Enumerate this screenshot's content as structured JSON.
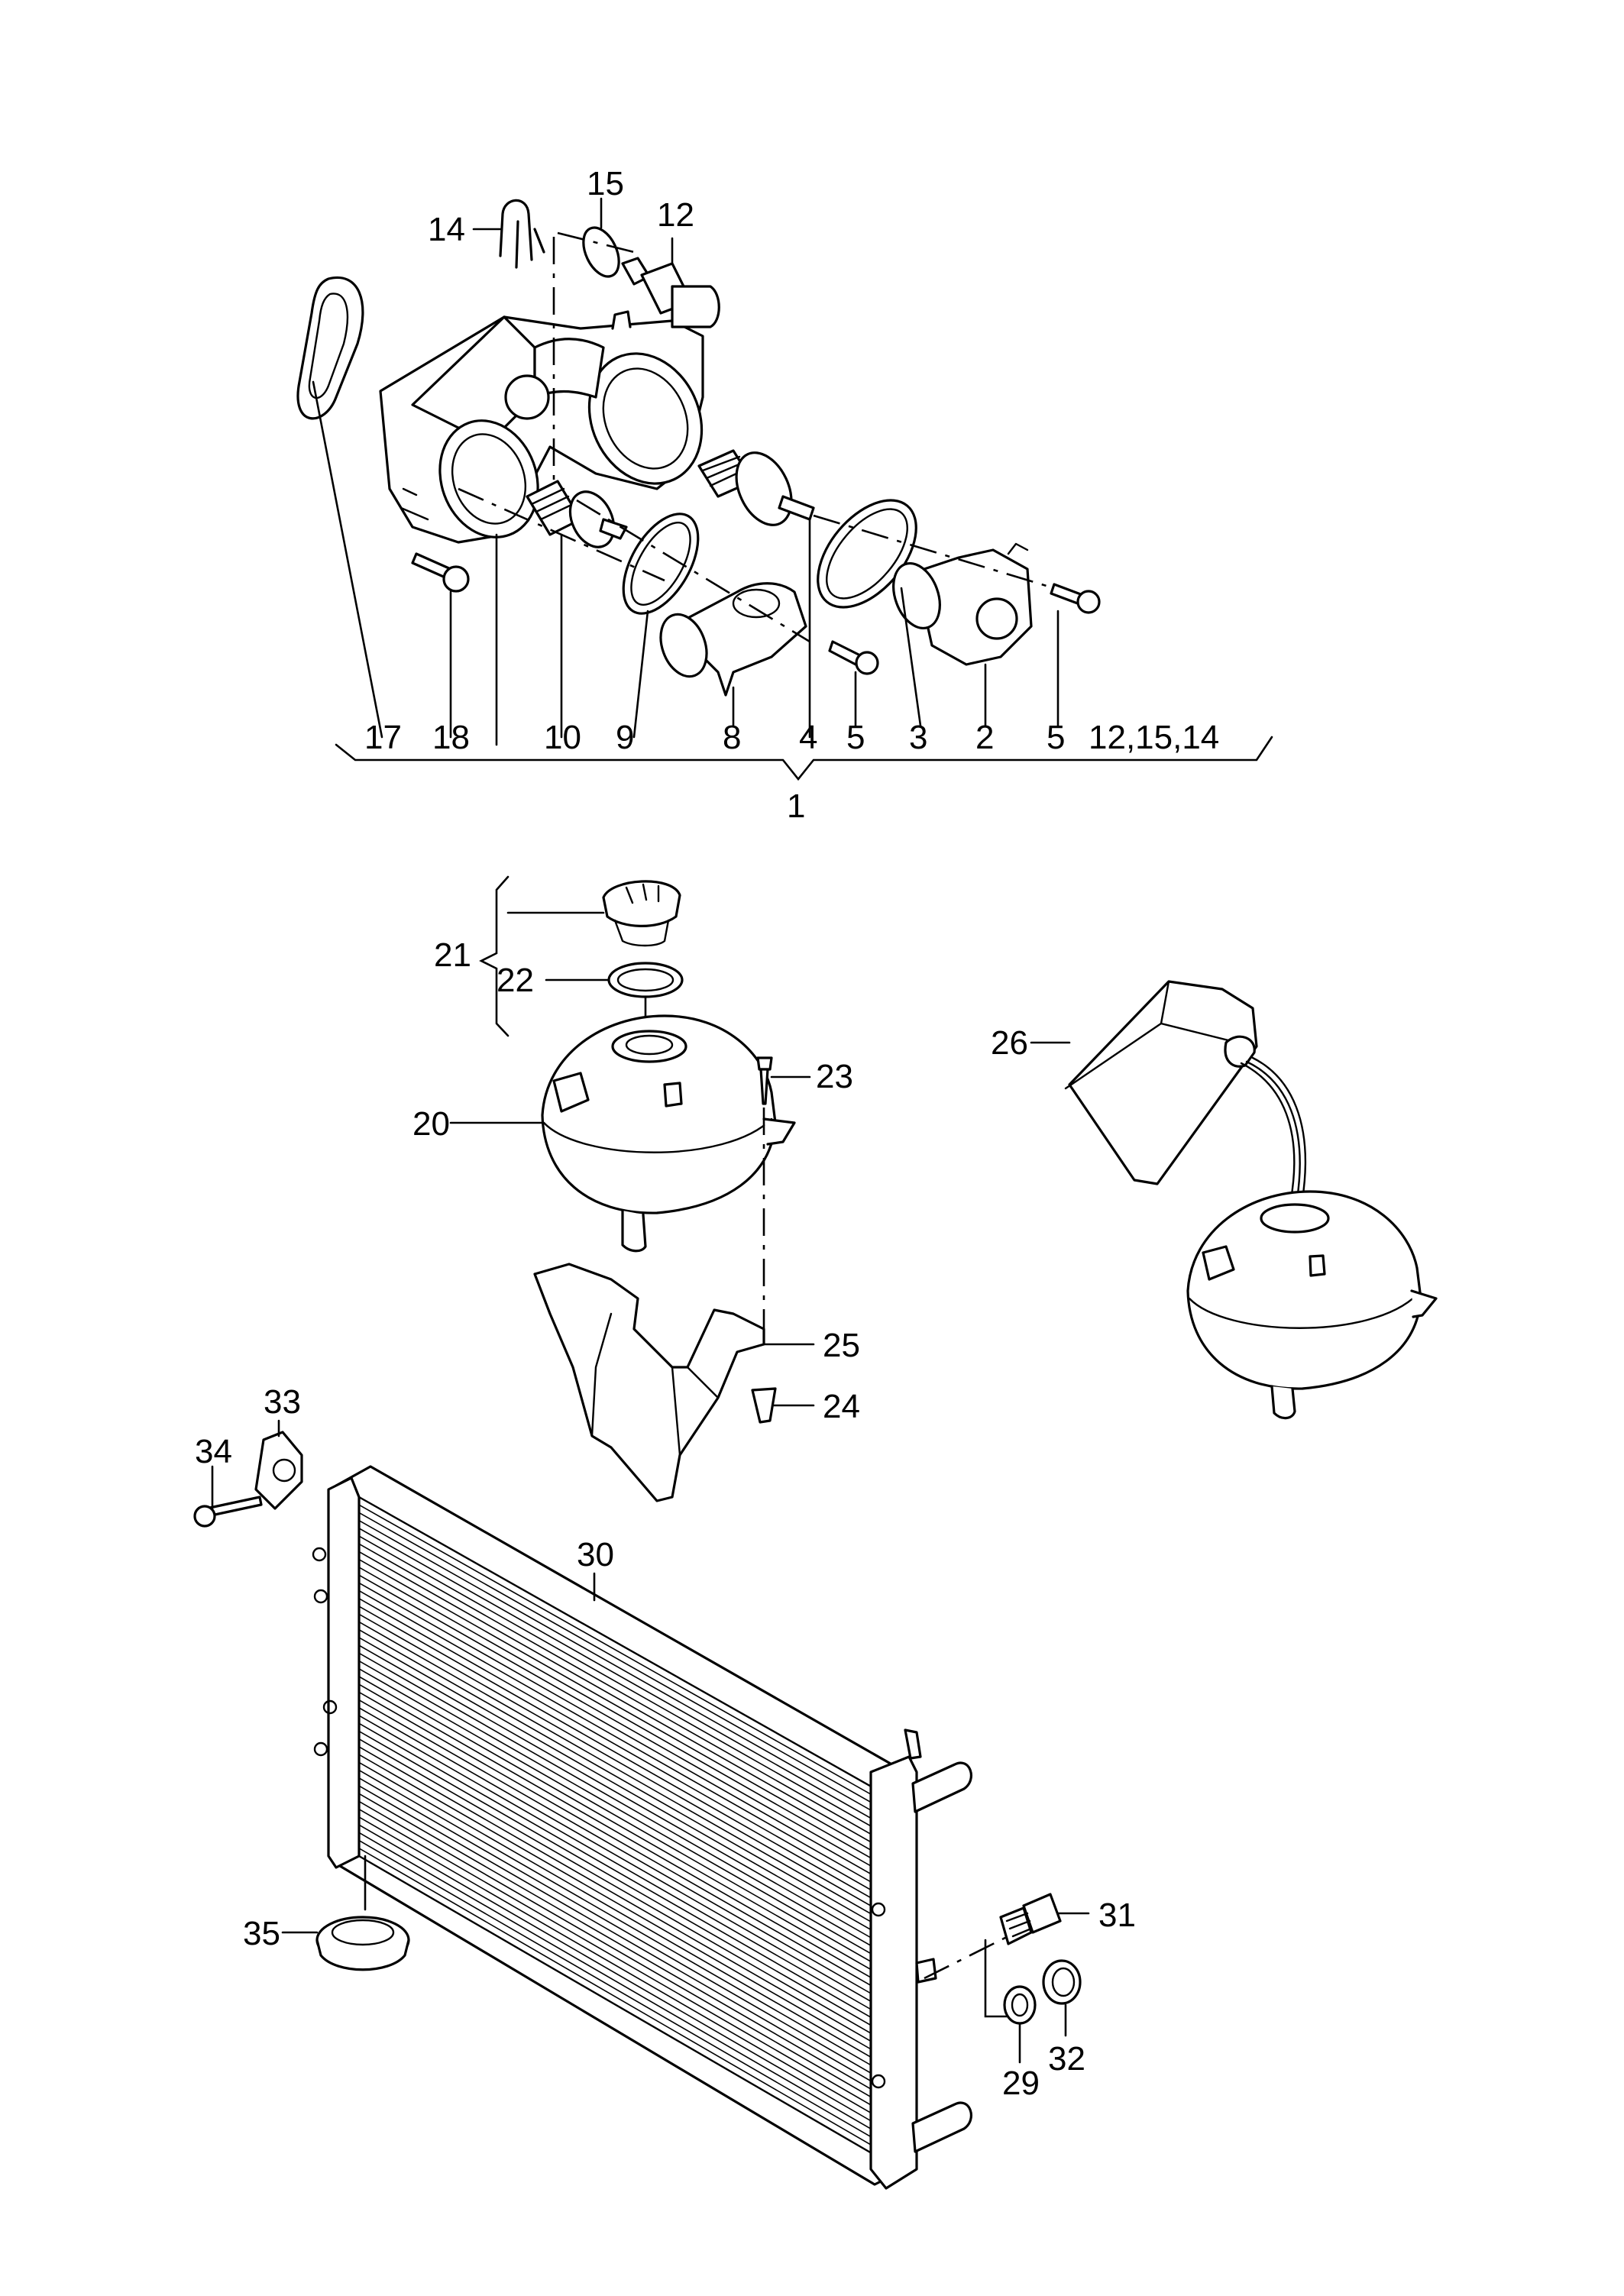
{
  "diagram": {
    "callouts": [
      {
        "id": "c1",
        "text": "1"
      },
      {
        "id": "c2",
        "text": "2"
      },
      {
        "id": "c3",
        "text": "3"
      },
      {
        "id": "c4",
        "text": "4"
      },
      {
        "id": "c5a",
        "text": "5"
      },
      {
        "id": "c5b",
        "text": "5"
      },
      {
        "id": "c8",
        "text": "8"
      },
      {
        "id": "c9",
        "text": "9"
      },
      {
        "id": "c10",
        "text": "10"
      },
      {
        "id": "c12",
        "text": "12"
      },
      {
        "id": "c12_15_14",
        "text": "12,15,14"
      },
      {
        "id": "c14",
        "text": "14"
      },
      {
        "id": "c15",
        "text": "15"
      },
      {
        "id": "c17",
        "text": "17"
      },
      {
        "id": "c18",
        "text": "18"
      },
      {
        "id": "c20",
        "text": "20"
      },
      {
        "id": "c21",
        "text": "21"
      },
      {
        "id": "c22",
        "text": "22"
      },
      {
        "id": "c23",
        "text": "23"
      },
      {
        "id": "c24",
        "text": "24"
      },
      {
        "id": "c25",
        "text": "25"
      },
      {
        "id": "c26",
        "text": "26"
      },
      {
        "id": "c29",
        "text": "29"
      },
      {
        "id": "c30",
        "text": "30"
      },
      {
        "id": "c31",
        "text": "31"
      },
      {
        "id": "c32",
        "text": "32"
      },
      {
        "id": "c33",
        "text": "33"
      },
      {
        "id": "c34",
        "text": "34"
      },
      {
        "id": "c35",
        "text": "35"
      }
    ]
  }
}
